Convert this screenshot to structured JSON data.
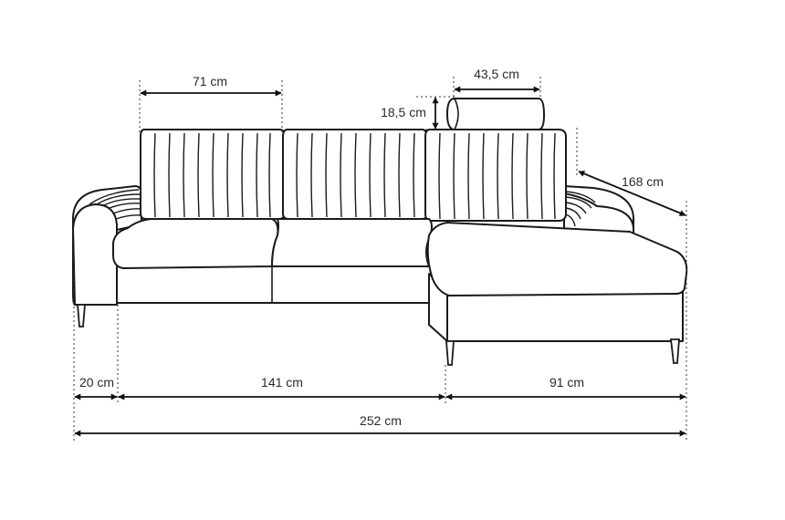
{
  "dimensions": {
    "cushion_width": "71 cm",
    "bolster_length": "43,5 cm",
    "bolster_diameter": "18,5 cm",
    "chaise_depth": "168 cm",
    "armrest_width": "20 cm",
    "seat_width": "141 cm",
    "chaise_width": "91 cm",
    "total_width": "252 cm"
  },
  "colors": {
    "outline": "#1a1a1a",
    "background": "#ffffff"
  }
}
